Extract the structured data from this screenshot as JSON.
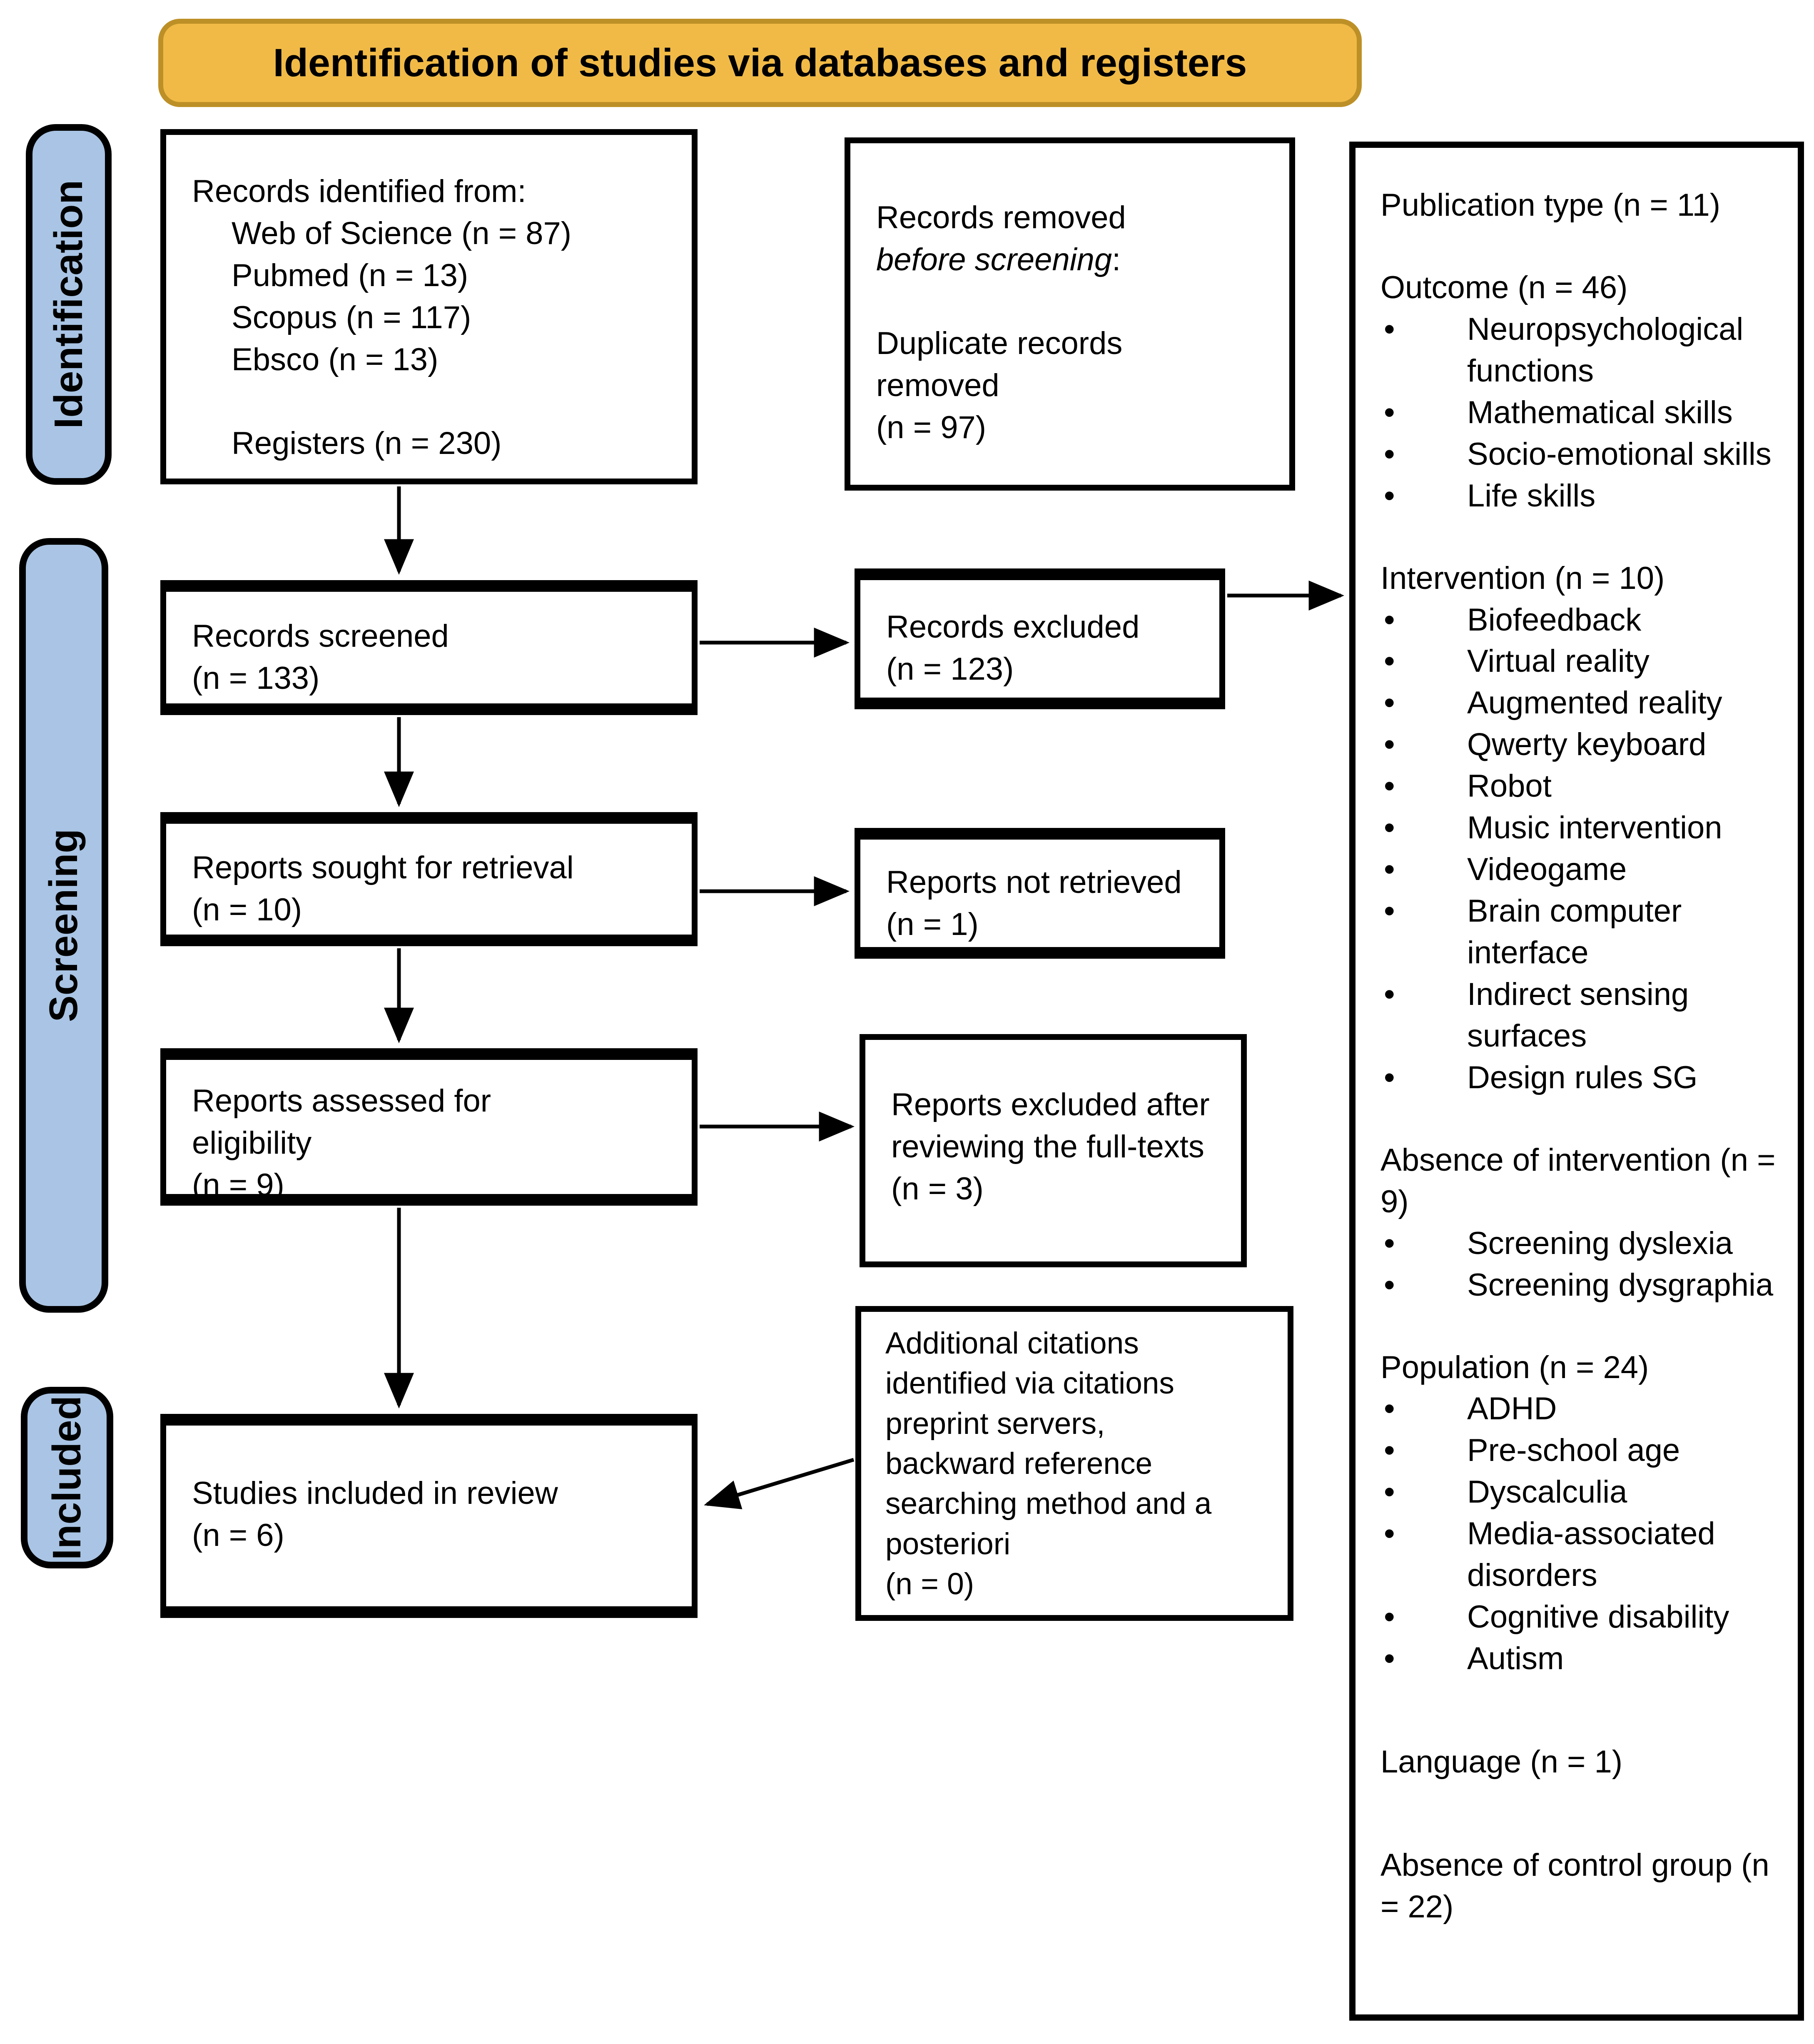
{
  "banner": {
    "title": "Identification of studies via databases and registers"
  },
  "sidebar": {
    "identification": "Identification",
    "screening": "Screening",
    "included": "Included"
  },
  "flow": {
    "records_identified": {
      "title": "Records identified from:",
      "sources": [
        "Web of Science (n = 87)",
        "Pubmed (n = 13)",
        "Scopus (n = 117)",
        "Ebsco (n = 13)"
      ],
      "registers": "Registers (n = 230)"
    },
    "records_removed": {
      "line1": "Records removed",
      "line2_italic": "before screening",
      "line2_colon": ":",
      "body": [
        "Duplicate records",
        "removed",
        "(n = 97)"
      ]
    },
    "records_screened": {
      "lines": [
        "Records screened",
        "(n = 133)"
      ]
    },
    "records_excluded": {
      "lines": [
        "Records excluded",
        "(n = 123)"
      ]
    },
    "reports_sought": {
      "lines": [
        "Reports sought for retrieval",
        "(n = 10)"
      ]
    },
    "reports_not_retrieved": {
      "lines": [
        "Reports not retrieved",
        "(n = 1)"
      ]
    },
    "reports_assessed": {
      "lines": [
        "Reports assessed for",
        "eligibility",
        "(n = 9)"
      ]
    },
    "reports_excluded_fulltext": {
      "lines": [
        "Reports excluded after",
        "reviewing the full-texts",
        "(n = 3)"
      ]
    },
    "studies_included": {
      "lines": [
        "Studies included in review",
        "(n = 6)"
      ]
    },
    "additional_citations": {
      "lines": [
        "Additional citations",
        "identified via citations",
        "preprint servers,",
        "backward reference",
        "searching method and a",
        "posteriori",
        "(n = 0)"
      ]
    }
  },
  "exclusion_panel": {
    "sections": [
      {
        "heading": "Publication type (n = 11)",
        "items": []
      },
      {
        "heading": "Outcome (n = 46)",
        "items": [
          "Neuropsychological functions",
          "Mathematical skills",
          "Socio-emotional skills",
          "Life skills"
        ]
      },
      {
        "heading": "Intervention (n = 10)",
        "items": [
          "Biofeedback",
          "Virtual reality",
          "Augmented reality",
          "Qwerty keyboard",
          "Robot",
          "Music intervention",
          "Videogame",
          "Brain computer interface",
          "Indirect sensing surfaces",
          "Design rules SG"
        ]
      },
      {
        "heading": "Absence of intervention (n = 9)",
        "items": [
          "Screening dyslexia",
          "Screening dysgraphia"
        ]
      },
      {
        "heading": "Population (n = 24)",
        "items": [
          "ADHD",
          "Pre-school age",
          "Dyscalculia",
          "Media-associated disorders",
          "Cognitive disability",
          "Autism"
        ]
      },
      {
        "heading": "Language (n = 1)",
        "items": []
      },
      {
        "heading": "Absence of control group (n = 22)",
        "items": []
      }
    ]
  },
  "colors": {
    "banner_fill": "#F1BA47",
    "banner_border": "#BD9027",
    "sidebar_fill": "#A9C4E4",
    "line_color": "#000000"
  }
}
